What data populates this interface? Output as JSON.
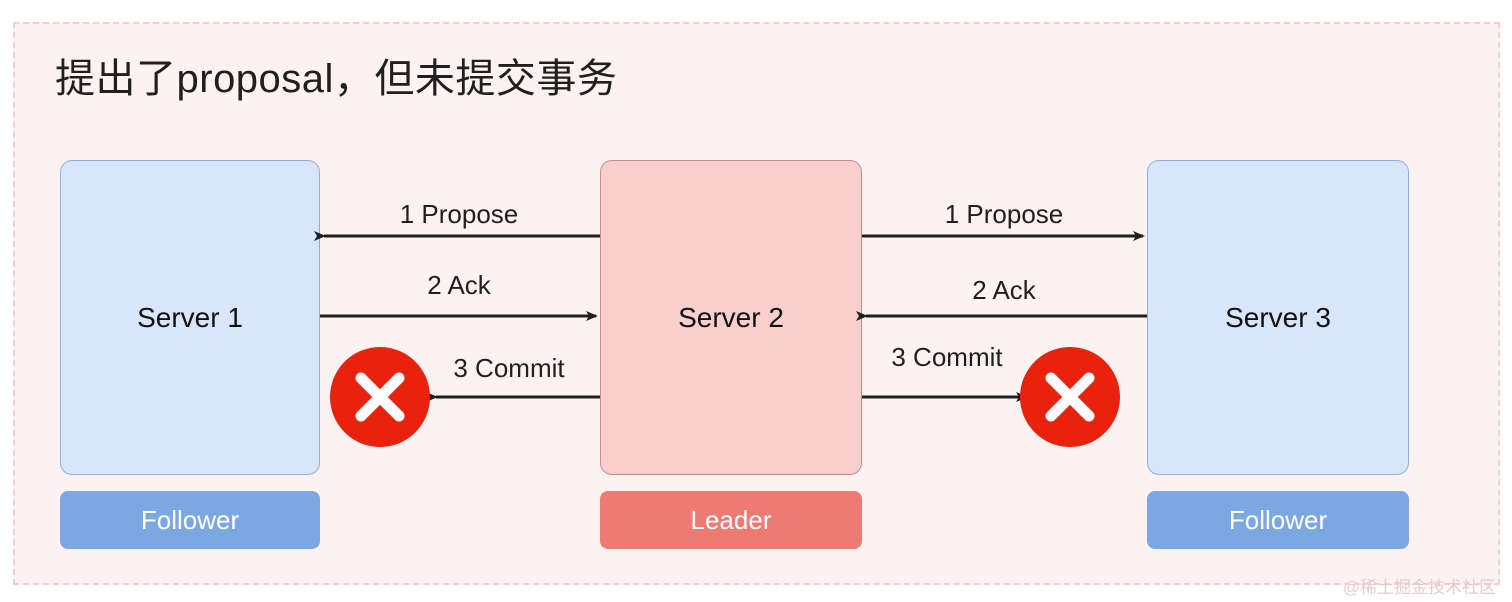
{
  "diagram": {
    "title": "提出了proposal，但未提交事务",
    "watermark": "@稀土掘金技术社区",
    "colors": {
      "canvas_background": "#fdf2f2",
      "canvas_border": "#f3cfcf",
      "follower_fill": "#d9e5fb",
      "follower_stroke": "#8bb0e0",
      "follower_bar": "#7ba7e3",
      "leader_fill": "#f8cfcd",
      "leader_stroke": "#c98b8b",
      "leader_bar": "#ed7a73",
      "fail_marker": "#e8220c",
      "arrow": "#1f1f1f"
    },
    "nodes": [
      {
        "id": "server-1",
        "name": "Server 1",
        "role": "Follower"
      },
      {
        "id": "server-2",
        "name": "Server 2",
        "role": "Leader"
      },
      {
        "id": "server-3",
        "name": "Server 3",
        "role": "Follower"
      }
    ],
    "messages": {
      "left": [
        {
          "step": "1",
          "label": "1 Propose",
          "from": "Server 2",
          "to": "Server 1",
          "direction": "left",
          "blocked": false
        },
        {
          "step": "2",
          "label": "2 Ack",
          "from": "Server 1",
          "to": "Server 2",
          "direction": "right",
          "blocked": false
        },
        {
          "step": "3",
          "label": "3 Commit",
          "from": "Server 2",
          "to": "Server 1",
          "direction": "left",
          "blocked": true
        }
      ],
      "right": [
        {
          "step": "1",
          "label": "1 Propose",
          "from": "Server 2",
          "to": "Server 3",
          "direction": "right",
          "blocked": false
        },
        {
          "step": "2",
          "label": "2 Ack",
          "from": "Server 3",
          "to": "Server 2",
          "direction": "left",
          "blocked": false
        },
        {
          "step": "3",
          "label": "3 Commit",
          "from": "Server 2",
          "to": "Server 3",
          "direction": "right",
          "blocked": true
        }
      ]
    },
    "fail_markers": [
      {
        "id": "fail-left",
        "glyph": "x-mark",
        "blocks": "3 Commit"
      },
      {
        "id": "fail-right",
        "glyph": "x-mark",
        "blocks": "3 Commit"
      }
    ]
  }
}
